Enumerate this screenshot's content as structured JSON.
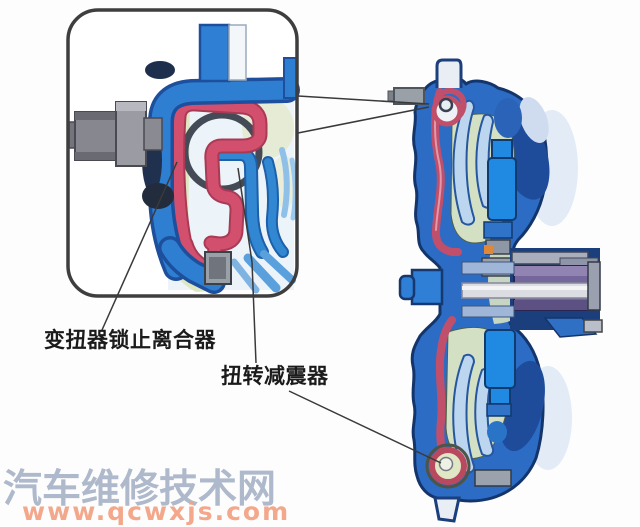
{
  "labels": {
    "lockup_clutch": "变扭器锁止离合器",
    "torsional_damper": "扭转减震器"
  },
  "watermark": {
    "site_name": "汽车维修技术网",
    "site_url": "www.qcwxjs.com"
  },
  "colors": {
    "label_text": "#1b1b1b",
    "watermark_name": "#a8b4c7",
    "watermark_url": "#f3a385",
    "housing_blue": "#2e7fd2",
    "bright_blue": "#2089e2",
    "outline_navy": "#16386e",
    "clutch_red": "#d2506e",
    "damper_ring_gray": "#454b56",
    "shaft_purple": "#75679c",
    "pocket_green": "#dde7c5",
    "turbine_light_blue": "#bcd6ef"
  }
}
